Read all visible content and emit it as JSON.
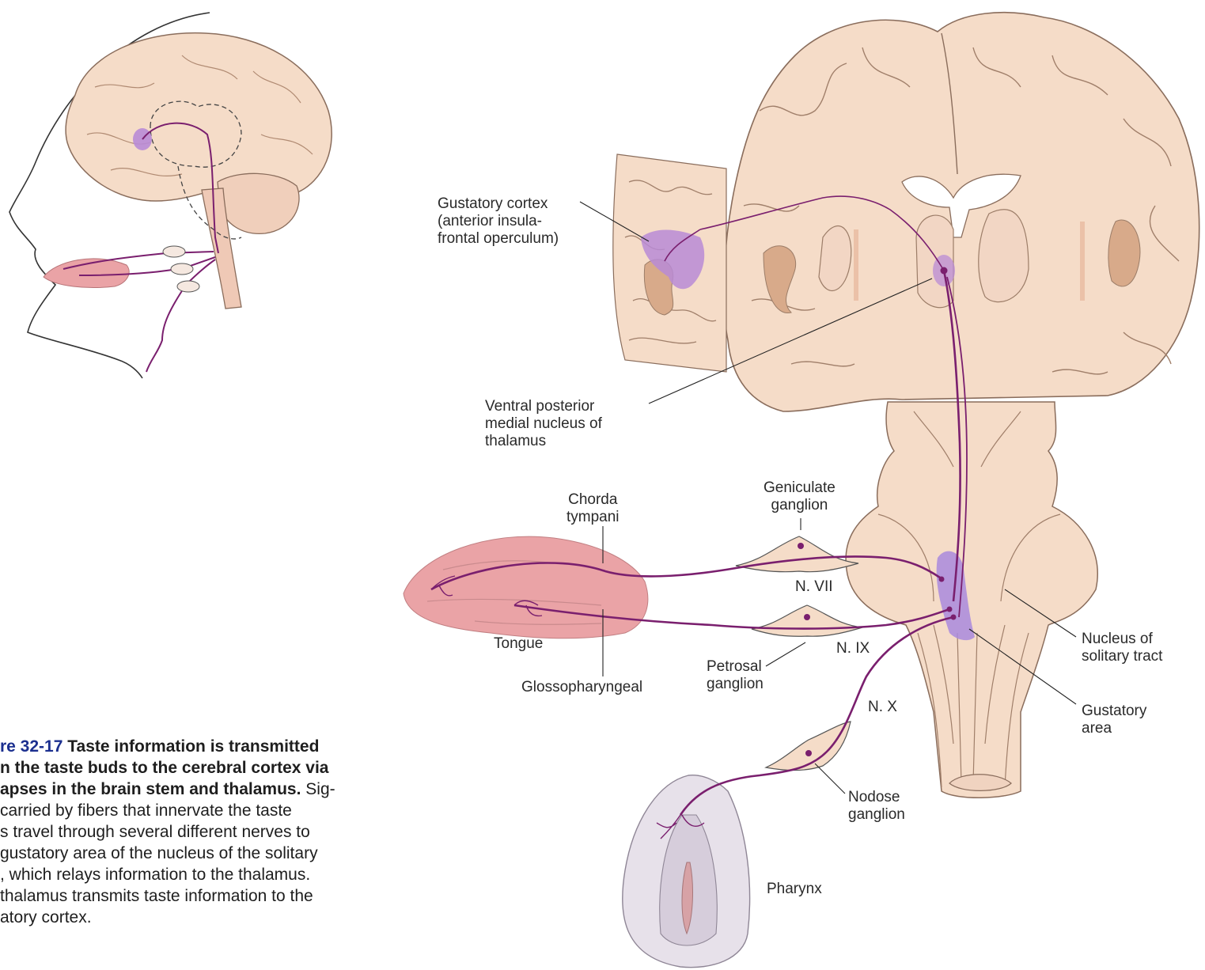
{
  "colors": {
    "brain_fill": "#f5dcc8",
    "brain_outline": "#8a6d5c",
    "gray_matter": "#e9c3a8",
    "deep_tissue": "#d8aa8a",
    "tongue_fill": "#eaa3a6",
    "pathway": "#7a1f6e",
    "cortex_highlight": "#b98bd6",
    "nucleus_highlight": "#a989dd",
    "pharynx_fill": "#e7e1ea",
    "caption_accent": "#1b2f8f"
  },
  "labels": {
    "gustatory_cortex": "Gustatory cortex\n(anterior insula-\nfrontal operculum)",
    "vpm_nucleus": "Ventral posterior\nmedial nucleus of\nthalamus",
    "chorda_tympani": "Chorda\ntympani",
    "geniculate_ganglion": "Geniculate\nganglion",
    "n_vii": "N. VII",
    "tongue": "Tongue",
    "n_ix": "N. IX",
    "petrosal_ganglion": "Petrosal\nganglion",
    "glossopharyngeal": "Glossopharyngeal",
    "nucleus_solitary": "Nucleus of\nsolitary tract",
    "n_x": "N. X",
    "gustatory_area": "Gustatory\narea",
    "nodose_ganglion": "Nodose\nganglion",
    "pharynx": "Pharynx"
  },
  "caption": {
    "figure_id": "re 32-17",
    "bold_text": "Taste information is transmitted\nn the taste buds to the cerebral cortex via\napses in the brain stem and thalamus.",
    "body_text": "Sig-\ncarried by fibers that innervate the taste\ns travel through several different nerves to\ngustatory area of the nucleus of the solitary\n, which relays information to the thalamus.\nthalamus transmits taste information to the\natory cortex."
  }
}
